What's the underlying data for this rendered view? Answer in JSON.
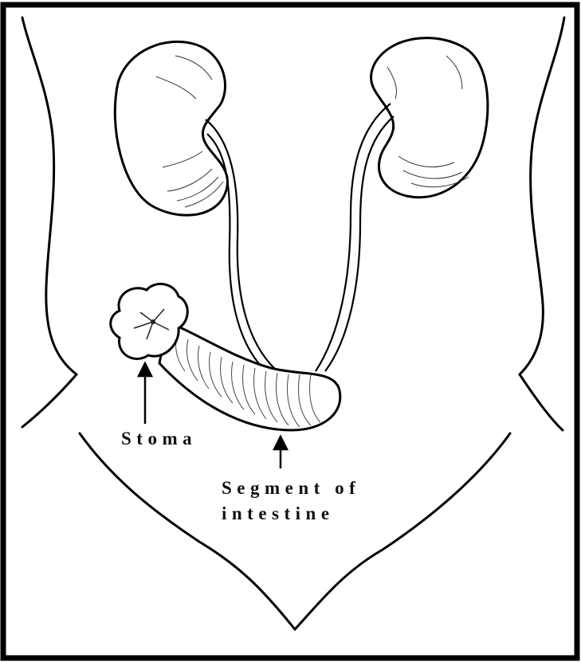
{
  "labels": {
    "stoma": "Stoma",
    "segment_line1": "Segment of",
    "segment_line2": "intestine"
  },
  "colors": {
    "ink": "#111111",
    "paper": "#ffffff",
    "frame": "#000000"
  },
  "icons": [
    "left-kidney-icon",
    "right-kidney-icon",
    "stoma-icon",
    "intestine-segment-icon",
    "ureter-icon",
    "arrow-icon"
  ]
}
